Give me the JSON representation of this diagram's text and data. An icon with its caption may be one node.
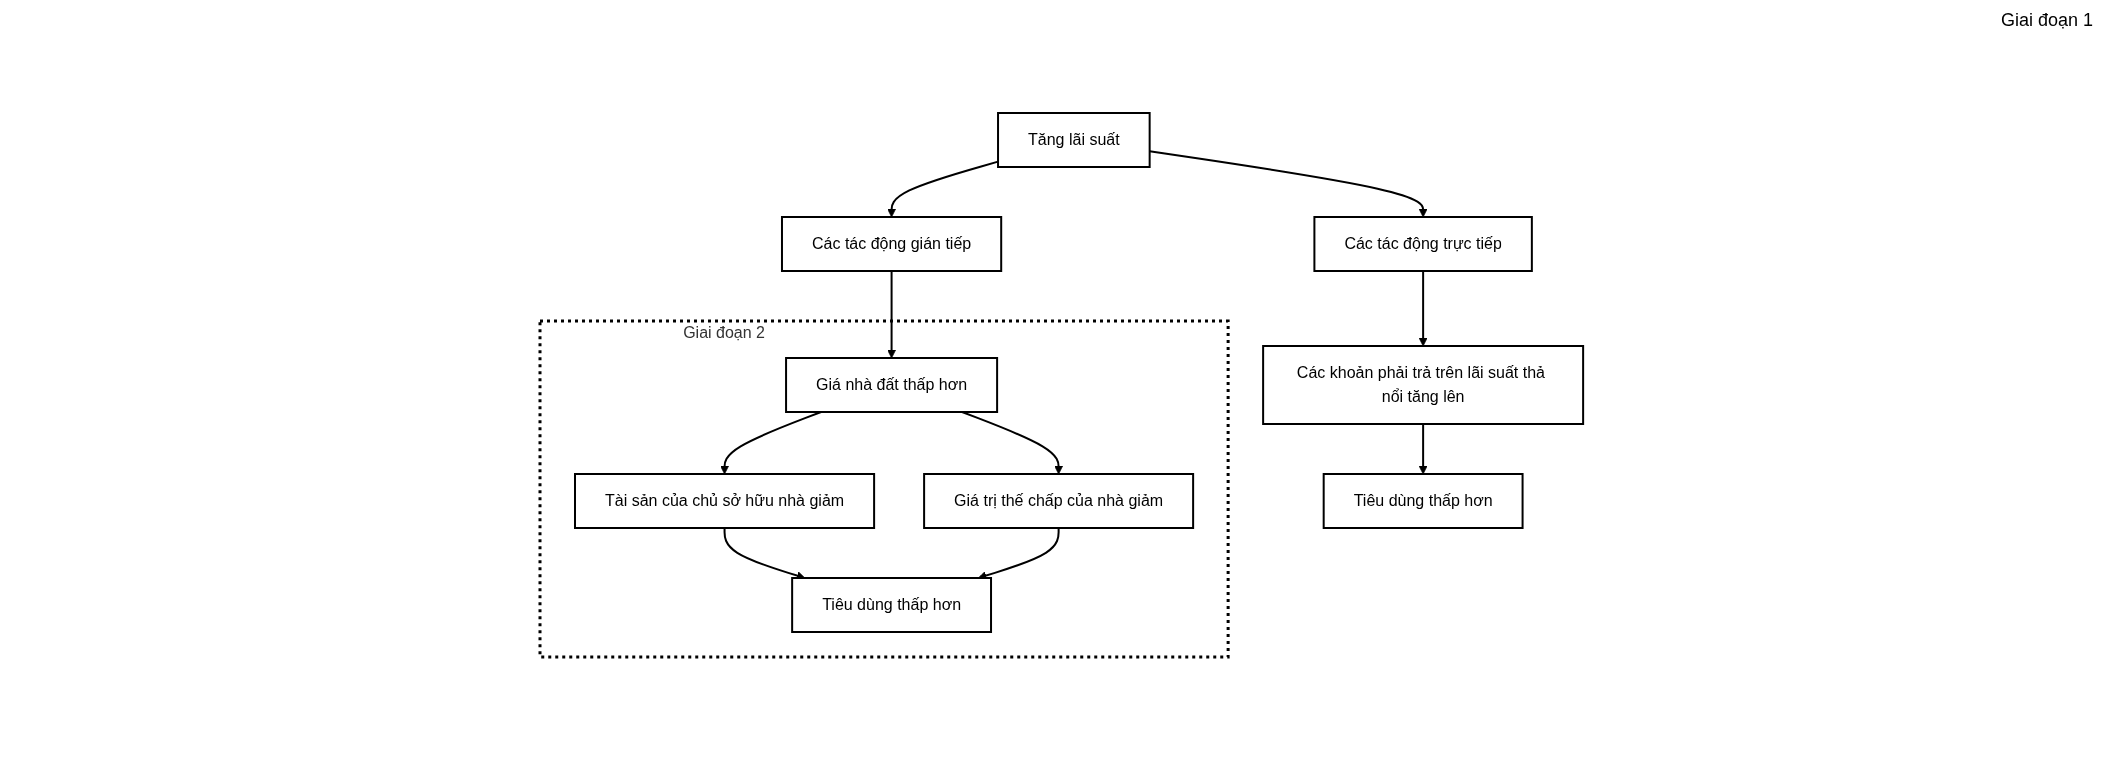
{
  "diagram": {
    "nodes": [
      {
        "text": [
          "Tăng lãi suất"
        ]
      },
      {
        "text": [
          "Các tác động trực tiếp"
        ]
      },
      {
        "text": [
          "Các khoản phải trả trên lãi suất thả nổi tăng lên"
        ]
      },
      {
        "text": [
          "Tiêu dùng thấp hơn"
        ]
      },
      {
        "text": [
          "Các tác động gián tiếp"
        ]
      },
      {
        "text": [
          "Giai đoạn 2"
        ]
      },
      {
        "text": [
          "Giá nhà đất thấp hơn"
        ],
        "in": 5
      },
      {
        "text": [
          "Tài sản của chủ sở hữu nhà giảm"
        ],
        "in": 5
      },
      {
        "text": [
          "Giá trị thế chấp của nhà giảm"
        ],
        "in": 5
      },
      {
        "text": [
          "Tiêu dùng thấp hơn"
        ],
        "in": 5
      }
    ],
    "edges": [
      {
        "from": 0,
        "to": 1,
        "arrow": "to"
      },
      {
        "from": 1,
        "to": 2,
        "arrow": "to"
      },
      {
        "from": 2,
        "to": 3,
        "arrow": "to"
      },
      {
        "from": 0,
        "to": 4,
        "arrow": "to"
      },
      {
        "from": 4,
        "to": 6,
        "arrow": "to"
      },
      {
        "from": 6,
        "to": 7,
        "arrow": "to"
      },
      {
        "from": 6,
        "to": 8,
        "arrow": "to"
      },
      {
        "from": 7,
        "to": 9,
        "arrow": "to"
      },
      {
        "from": 8,
        "to": 9,
        "arrow": "to"
      }
    ],
    "labels": [
      "Giai đoạn 1"
    ]
  }
}
